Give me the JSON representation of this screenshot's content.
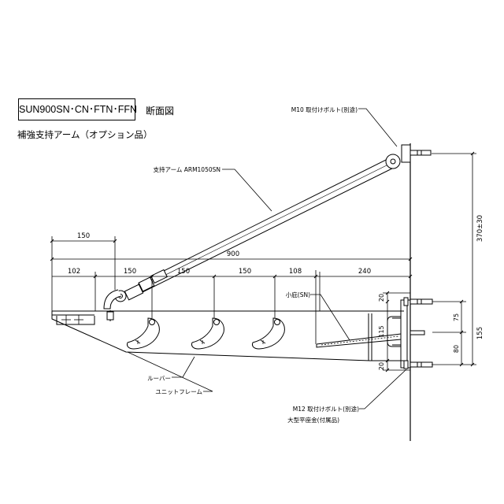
{
  "header": {
    "model": "SUN900SN･CN･FTN･FFN",
    "view": "断面図",
    "subtitle": "補強支持アーム（オプション品）"
  },
  "callouts": {
    "bolt_m10": "M10 取付けボルト(別途)",
    "support_arm": "支持アーム ARM1050SN",
    "small_eave": "小庇(SN)",
    "louver": "ルーバー",
    "unit_frame": "ユニットフレーム",
    "bolt_m12": "M12 取付けボルト(別途)",
    "washer": "大型平座金(付属品)"
  },
  "dimensions": {
    "d150_top": "150",
    "d900": "900",
    "d102": "102",
    "d150_a": "150",
    "d150_b": "150",
    "d150_c": "150",
    "d108": "108",
    "d240": "240",
    "d370": "370±30",
    "d20_top": "20",
    "d115": "115",
    "d20_bottom": "20",
    "d75": "75",
    "d80": "80",
    "d155": "155"
  }
}
